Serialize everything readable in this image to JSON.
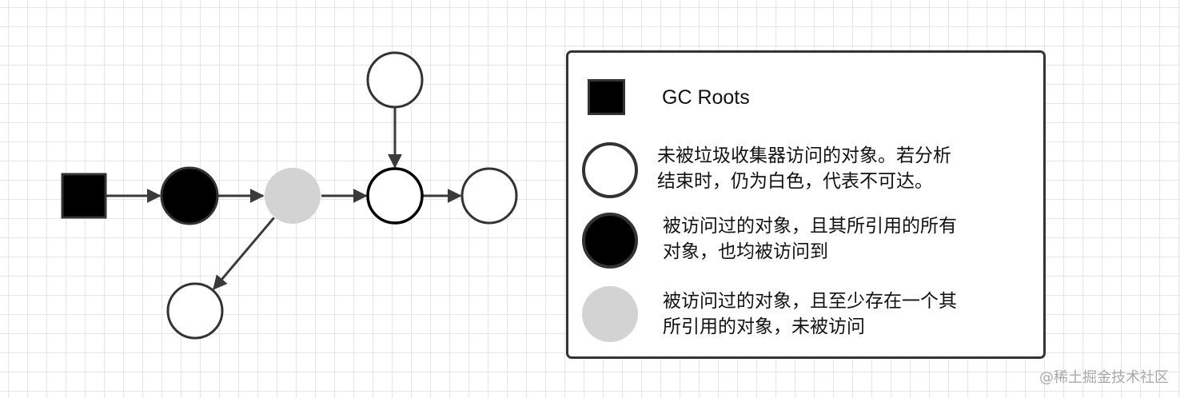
{
  "legend": {
    "gc_roots": "GC Roots",
    "white_desc": "未被垃圾收集器访问的对象。若分析\n结束时，仍为白色，代表不可达。",
    "black_desc": "被访问过的对象，且其所引用的所有\n对象，也均被访问到",
    "gray_desc": "被访问过的对象，且至少存在一个其\n所引用的对象，未被访问"
  },
  "watermark": "@稀土掘金技术社区",
  "colors": {
    "black": "#000000",
    "gray": "#d3d3d3",
    "white": "#ffffff",
    "stroke": "#333333",
    "edge": "#3a3a3a"
  },
  "graph": {
    "nodes": [
      {
        "id": "root",
        "kind": "gc-root"
      },
      {
        "id": "n1",
        "kind": "black"
      },
      {
        "id": "n2",
        "kind": "gray"
      },
      {
        "id": "n3",
        "kind": "white"
      },
      {
        "id": "n4",
        "kind": "white"
      },
      {
        "id": "n5",
        "kind": "white"
      },
      {
        "id": "n6",
        "kind": "white"
      }
    ],
    "edges": [
      {
        "from": "root",
        "to": "n1"
      },
      {
        "from": "n1",
        "to": "n2"
      },
      {
        "from": "n2",
        "to": "n3"
      },
      {
        "from": "n3",
        "to": "n4"
      },
      {
        "from": "n5",
        "to": "n3"
      },
      {
        "from": "n2",
        "to": "n6"
      }
    ]
  }
}
